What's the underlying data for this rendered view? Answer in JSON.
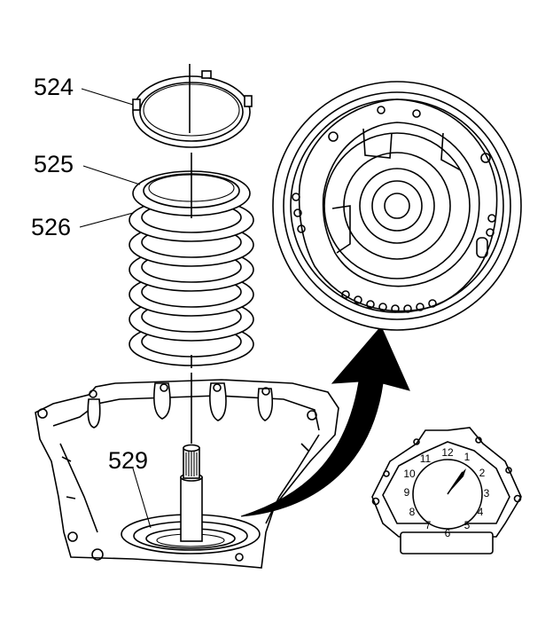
{
  "callouts": {
    "ring_524": "524",
    "plate_525": "525",
    "plate_526": "526",
    "shaft_529": "529"
  },
  "dial_numbers": [
    "12",
    "1",
    "2",
    "3",
    "4",
    "5",
    "6",
    "7",
    "8",
    "9",
    "10",
    "11"
  ],
  "colors": {
    "line": "#000000",
    "background": "#ffffff"
  }
}
